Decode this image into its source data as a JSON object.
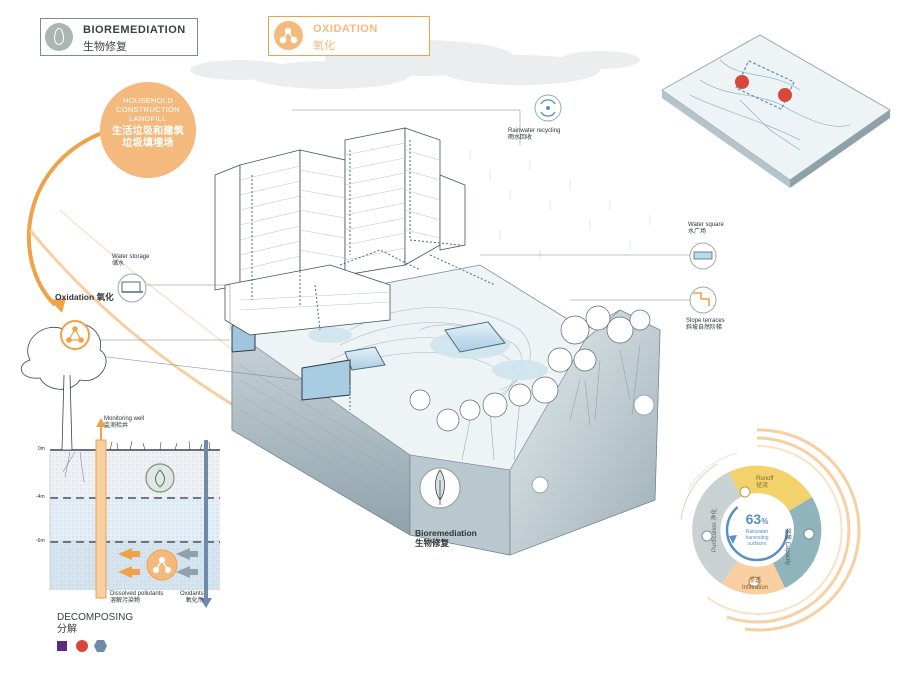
{
  "legend": {
    "bioremediation": {
      "en": "BIOREMEDIATION",
      "zh": "生物修复"
    },
    "oxidation": {
      "en": "OXIDATION",
      "zh": "氧化"
    }
  },
  "landfill": {
    "line1": "HOUSEHOLD",
    "line2": "CONSTRUCTION",
    "line3": "LANDFILL",
    "zh1": "生活垃圾和建筑",
    "zh2": "垃圾填埋场"
  },
  "labels": {
    "rainwater": {
      "en": "Rainwater recycling",
      "zh": "雨水回收"
    },
    "water_storage": {
      "en": "Water storage",
      "zh": "储水"
    },
    "water_square": {
      "en": "Water square",
      "zh": "水广场"
    },
    "slope_terraces": {
      "en": "Slope terraces",
      "zh": "斜坡自然阶梯"
    },
    "oxidation": {
      "en": "Oxidation",
      "zh": "氧化"
    },
    "bioremediation": {
      "en": "Bioremediation",
      "zh": "生物修复"
    },
    "monitoring_well": {
      "en": "Monitoring well",
      "zh": "监测检井"
    },
    "dissolved": {
      "en": "Dissolved pollutants",
      "zh": "溶解污染物"
    },
    "oxidants": {
      "en": "Oxidants",
      "zh": "氧化剂"
    },
    "decomposing": {
      "en": "DECOMPOSING",
      "zh": "分解"
    }
  },
  "depth_ticks": [
    "0m",
    "-4m",
    "-6m"
  ],
  "ring": {
    "percent": "63",
    "percent_sign": "%",
    "center_line1": "Rainwater",
    "center_line2": "harvesting",
    "center_line3": "surfaces",
    "runoff": {
      "en": "Runoff",
      "zh": "径流"
    },
    "capacity": {
      "en": "Capacity",
      "zh": "容量"
    },
    "infiltration": {
      "en": "Infiltration",
      "zh": "渗透"
    },
    "purification": {
      "en": "Purification",
      "zh": "净化"
    }
  },
  "colors": {
    "orange": "#f0a24a",
    "light_orange": "#f7cfa0",
    "blue": "#5a8fc0",
    "light_blue": "#bcdbe8",
    "yellow": "#f2d36b",
    "teal": "#8fb4bc",
    "purple": "#5b2a86",
    "red": "#d9473c",
    "slate": "#6f89a8"
  }
}
